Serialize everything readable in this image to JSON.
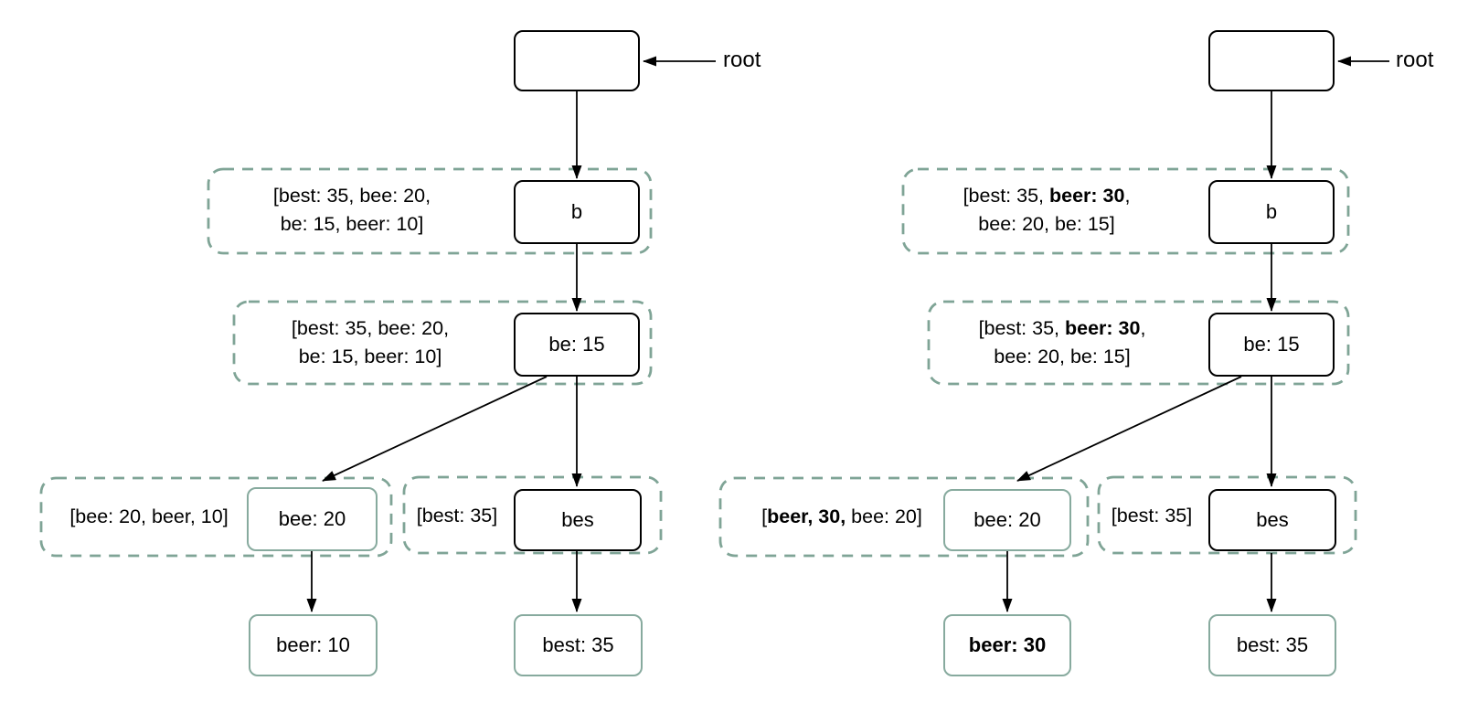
{
  "colors": {
    "background": "#ffffff",
    "edge": "#000000",
    "dashed_border": "#7fa496",
    "leaf_node_border": "#87aa9e",
    "internal_node_border": "#000000",
    "text": "#000000"
  },
  "left": {
    "root_label": "root",
    "nodes": {
      "root": "",
      "b": "b",
      "be": "be: 15",
      "bee": "bee: 20",
      "bes": "bes",
      "beer": "beer: 10",
      "best": "best: 35"
    },
    "annotations": {
      "level1_line1": "[best: 35, bee: 20,",
      "level1_line2": "be: 15, beer: 10]",
      "level2_line1": "[best: 35, bee: 20,",
      "level2_line2": "be: 15, beer: 10]",
      "bee_list": "[bee: 20, beer, 10]",
      "bes_list": "[best: 35]"
    }
  },
  "right": {
    "root_label": "root",
    "nodes": {
      "root": "",
      "b": "b",
      "be": "be: 15",
      "bee": "bee: 20",
      "bes": "bes",
      "beer_bold": "beer: 30",
      "best": "best: 35"
    },
    "annotations": {
      "level1_pre": "[best: 35, ",
      "level1_bold": "beer: 30",
      "level1_post": ",",
      "level1_line2": "bee: 20, be: 15]",
      "level2_pre": "[best: 35, ",
      "level2_bold": "beer: 30",
      "level2_post": ",",
      "level2_line2": "bee: 20, be: 15]",
      "bee_pre": "[",
      "bee_bold": "beer, 30,",
      "bee_post": " bee: 20]",
      "bes_list": "[best: 35]"
    }
  }
}
